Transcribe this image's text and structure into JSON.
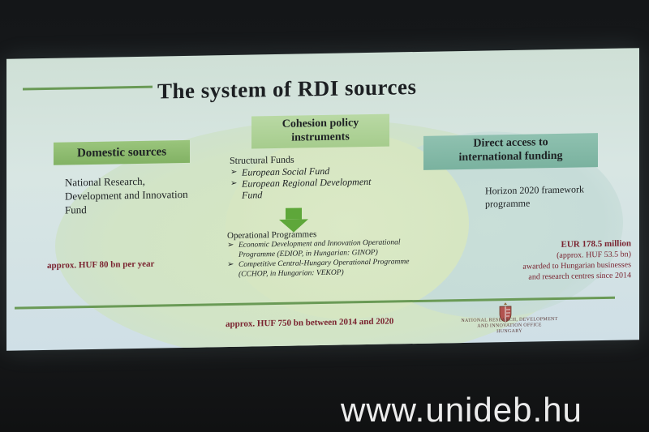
{
  "slide": {
    "title": "The system of RDI sources",
    "domestic": {
      "heading": "Domestic sources",
      "body": "National Research, Development and Innovation Fund",
      "amount": "approx. HUF 80 bn per year"
    },
    "cohesion": {
      "heading_line1": "Cohesion policy",
      "heading_line2": "instruments",
      "structural_funds_label": "Structural Funds",
      "structural_funds": [
        "European Social Fund",
        "European Regional Development Fund"
      ],
      "operational_programmes_label": "Operational Programmes",
      "operational_programmes": [
        "Economic Development and Innovation Operational Programme (EDIOP, in Hungarian: GINOP)",
        "Competitive Central-Hungary Operational Programme (CCHOP, in Hungarian: VEKOP)"
      ],
      "amount": "approx. HUF 750 bn between 2014 and 2020"
    },
    "direct": {
      "heading_line1": "Direct access to",
      "heading_line2": "international funding",
      "body": "Horizon 2020 framework programme",
      "amount_headline": "EUR 178.5 million",
      "amount_huf": "(approx. HUF 53.5 bn)",
      "amount_line3": "awarded to Hungarian businesses",
      "amount_line4": "and research centres since 2014"
    },
    "office": {
      "line1": "NATIONAL RESEARCH, DEVELOPMENT",
      "line2": "AND INNOVATION OFFICE",
      "line3": "HUNGARY"
    },
    "colors": {
      "green_box": "#8fbf70",
      "teal_box": "#7fb4a3",
      "amount_text": "#7a2330",
      "arrow": "#5ea73a"
    }
  },
  "watermark": "www.unideb.hu"
}
